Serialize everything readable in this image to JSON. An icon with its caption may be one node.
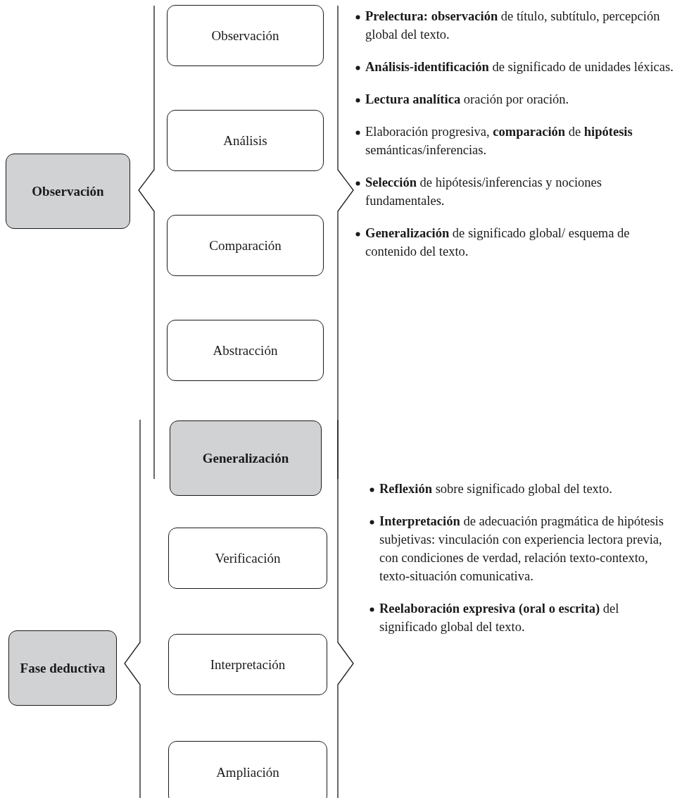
{
  "diagram": {
    "nodes": [
      {
        "text": [
          "Observación"
        ]
      },
      {
        "text": [
          "Observación"
        ]
      },
      {
        "text": [
          "Análisis"
        ]
      },
      {
        "text": [
          "Comparación"
        ]
      },
      {
        "text": [
          "Abstracción"
        ]
      },
      {
        "text": [
          "Generalización"
        ]
      },
      {
        "text": [
          "Verificación"
        ]
      },
      {
        "text": [
          "Fase deductiva"
        ]
      },
      {
        "text": [
          "Interpretación"
        ]
      },
      {
        "text": [
          "Ampliación"
        ]
      }
    ],
    "labels": [
      "**Prelectura: observación** de título, subtítulo, percepción global del texto.",
      "**Análisis-identificación** de significado de unidades léxicas.",
      "**Lectura analítica** oración por oración.",
      "Elaboración progresiva, **comparación** de **hipótesis** semánticas/inferencias.",
      "**Selección** de hipótesis/inferencias y nociones fundamentales.",
      "**Generalización** de significado global/ esquema de contenido del texto.",
      "**Reflexión** sobre significado global del texto.",
      "**Interpretación** de adecuación pragmática de hipótesis subjetivas: vinculación con experiencia lectora previa, con condiciones de verdad, relación texto-contexto, texto-situación comunicativa.",
      "**Reelaboración expresiva (oral o escrita)** del significado global del texto."
    ]
  }
}
